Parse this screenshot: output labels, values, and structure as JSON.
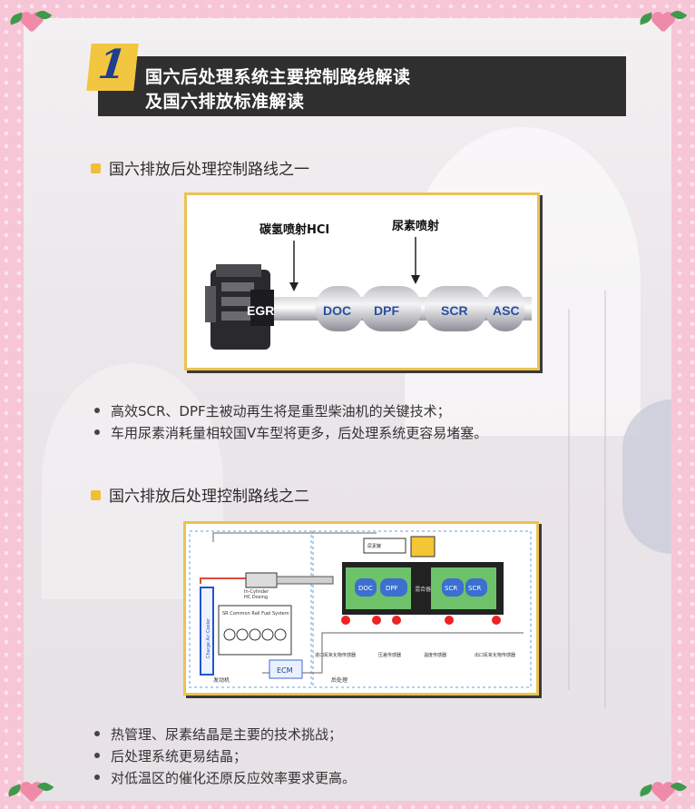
{
  "section_number": "1",
  "header": {
    "title_line1": "国六后处理系统主要控制路线解读",
    "title_line2": "及国六排放标准解读"
  },
  "route1": {
    "heading": "国六排放后处理控制路线之一",
    "diagram": {
      "label_hci": "碳氢喷射HCI",
      "label_urea": "尿素喷射",
      "engine_label": "EGR",
      "modules": [
        "DOC",
        "DPF",
        "SCR",
        "ASC"
      ]
    },
    "bullets": [
      "高效SCR、DPF主被动再生将是重型柴油机的关键技术；",
      "车用尿素消耗量相较国V车型将更多，后处理系统更容易堵塞。"
    ]
  },
  "route2": {
    "heading": "国六排放后处理控制路线之二",
    "diagram": {
      "cooler": "Charge Air Cooler",
      "cylinder_lines": [
        "In-Cylinder",
        "HC Dosing"
      ],
      "fuel_system": "SR Common Rail Fuel System",
      "ecm": "ECM",
      "engine_caption": "发动机",
      "after_caption": "后处理",
      "tank_label": "尿素罐",
      "modules": [
        "DOC",
        "DPF",
        "SCR",
        "SCR"
      ],
      "mixer": "混合器",
      "sensors": [
        "进口氮氧化物传感器",
        "压差传感器",
        "温度传感器",
        "出口氮氧化物传感器"
      ]
    },
    "bullets": [
      "热管理、尿素结晶是主要的技术挑战；",
      "后处理系统更易结晶；",
      "对低温区的催化还原反应效率要求更高。"
    ]
  }
}
